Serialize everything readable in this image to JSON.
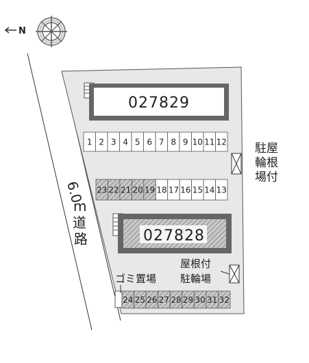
{
  "compass": {
    "north_label": "N",
    "icon": "compass-rose-icon"
  },
  "road": {
    "width_label": "6.0",
    "unit_label": "m",
    "name_char1": "道",
    "name_char2": "路"
  },
  "buildings": [
    {
      "label": "027829",
      "hatched": false
    },
    {
      "label": "027828",
      "hatched": true
    }
  ],
  "parking_rows": [
    {
      "spaces": [
        "1",
        "2",
        "3",
        "4",
        "5",
        "6",
        "7",
        "8",
        "9",
        "10",
        "11",
        "12"
      ],
      "shaded": []
    },
    {
      "spaces": [
        "23",
        "22",
        "21",
        "20",
        "19",
        "18",
        "17",
        "16",
        "15",
        "14",
        "13"
      ],
      "shaded": [
        "23",
        "22",
        "21",
        "20",
        "19"
      ]
    },
    {
      "spaces": [
        "24",
        "25",
        "26",
        "27",
        "28",
        "29",
        "30",
        "31",
        "32"
      ],
      "shaded": [
        "24",
        "25",
        "26",
        "27",
        "28",
        "29",
        "30",
        "31",
        "32"
      ]
    }
  ],
  "bike_parking_1": {
    "line1": "駐屋",
    "line2": "輪根",
    "line3": "場付"
  },
  "bike_parking_2": {
    "line1": "屋根付",
    "line2": "駐輪場"
  },
  "garbage": {
    "label": "ゴミ置場"
  },
  "colors": {
    "lot": "#e8e8e8",
    "shade": "#aaaaaa",
    "outline": "#555555"
  }
}
